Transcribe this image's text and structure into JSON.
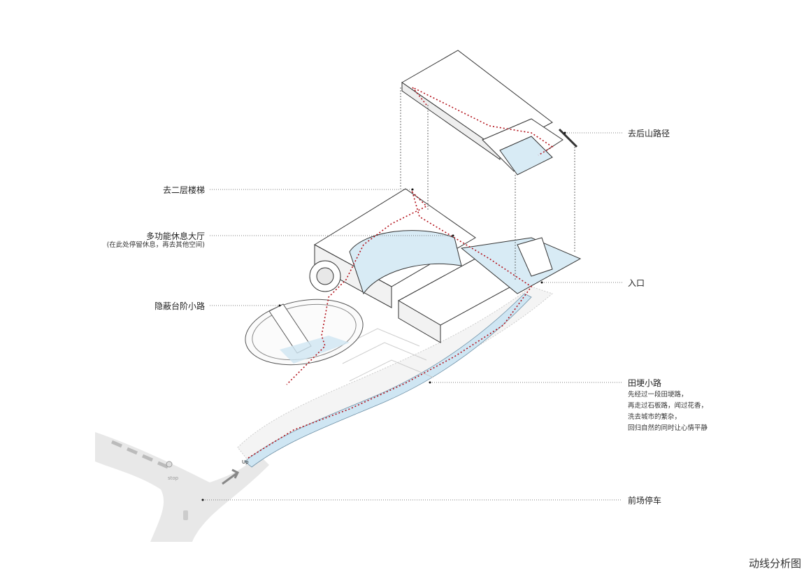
{
  "labels": {
    "back_mountain_path": "去后山路径",
    "stairs_to_second_floor": "去二层楼梯",
    "multi_lounge": "多功能休息大厅",
    "multi_lounge_note": "(在此处停留休息，再去其他空间)",
    "hidden_steps_path": "隐蔽台阶小路",
    "entrance": "入口",
    "field_path": "田埂小路",
    "field_path_notes": [
      "先经过一段田埂路，",
      "再走过石板路，闻过花香，",
      "洗去城市的繁杂，",
      "回归自然的同时让心情平静"
    ],
    "front_parking": "前场停车"
  },
  "map_text": {
    "up": "Up",
    "stop": "stop"
  },
  "title": "动线分析图",
  "colors": {
    "route": "#b3121b",
    "water": "#cfe6f3",
    "road": "#e6e6e6",
    "line": "#333333"
  }
}
